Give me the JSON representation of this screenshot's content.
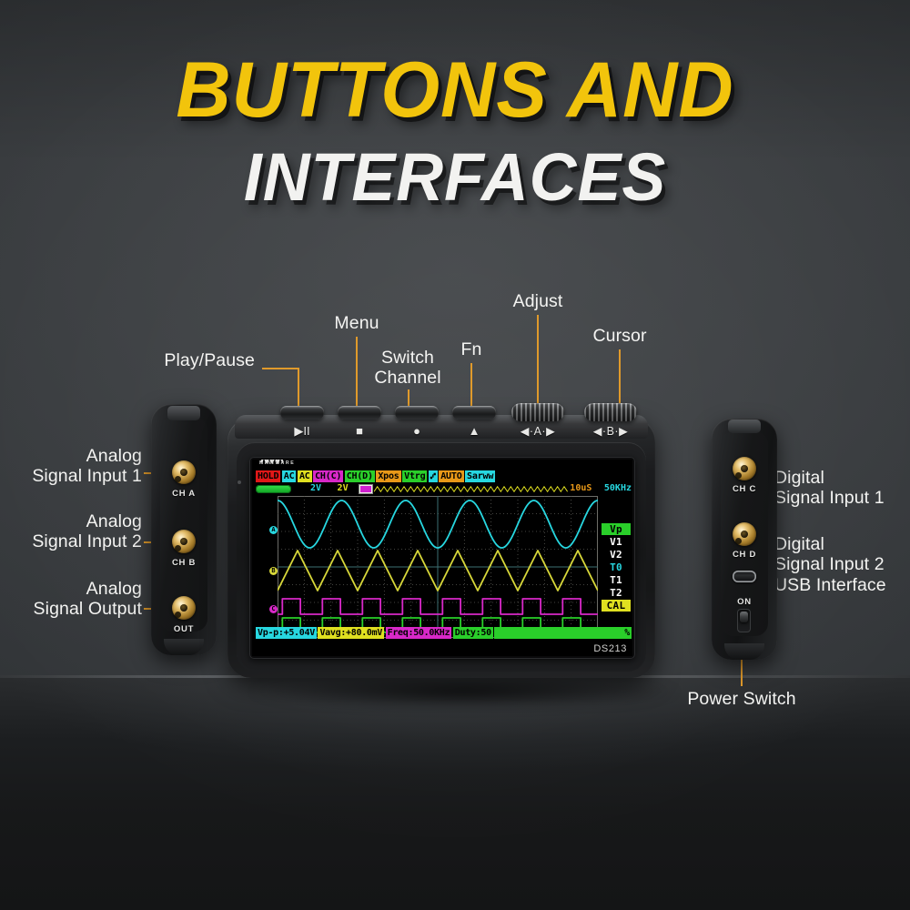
{
  "title": {
    "line1": "BUTTONS AND",
    "line2": "INTERFACES"
  },
  "colors": {
    "title_yellow": "#F2C40C",
    "title_white": "#F2F2F0",
    "leader_orange": "#E09A2B",
    "label_white": "#F4F4F2",
    "trace_cyan": "#27D7E0",
    "trace_yellow": "#D8D83A",
    "trace_magenta": "#D828C8",
    "trace_green": "#2ACF2A"
  },
  "callouts": {
    "top": [
      {
        "name": "play-pause",
        "label": "Play/Pause"
      },
      {
        "name": "menu",
        "label": "Menu"
      },
      {
        "name": "switch-channel",
        "label": "Switch\nChannel"
      },
      {
        "name": "fn",
        "label": "Fn"
      },
      {
        "name": "adjust",
        "label": "Adjust"
      },
      {
        "name": "cursor",
        "label": "Cursor"
      }
    ],
    "left": [
      {
        "name": "analog-input-1",
        "label": "Analog\nSignal Input 1"
      },
      {
        "name": "analog-input-2",
        "label": "Analog\nSignal Input 2"
      },
      {
        "name": "analog-output",
        "label": "Analog\nSignal Output"
      }
    ],
    "right": [
      {
        "name": "digital-input-1",
        "label": "Digital\nSignal Input 1"
      },
      {
        "name": "digital-input-2",
        "label": "Digital\nSignal Input 2"
      },
      {
        "name": "usb-interface",
        "label": "USB Interface"
      }
    ],
    "bottom": [
      {
        "name": "power-switch",
        "label": "Power Switch"
      }
    ]
  },
  "device": {
    "model": "DS213",
    "brand": "MINIWARE",
    "buttons": [
      {
        "name": "play-pause-button",
        "glyph": "▶II"
      },
      {
        "name": "stop-button",
        "glyph": "■"
      },
      {
        "name": "record-button",
        "glyph": "●"
      },
      {
        "name": "fn-button",
        "glyph": "▲"
      }
    ],
    "rockers": [
      {
        "name": "rocker-a",
        "glyph": "◀·A·▶"
      },
      {
        "name": "rocker-b",
        "glyph": "◀·B·▶"
      }
    ],
    "left_ports": [
      {
        "name": "port-ch-a",
        "label": "CH A"
      },
      {
        "name": "port-ch-b",
        "label": "CH B"
      },
      {
        "name": "port-out",
        "label": "OUT"
      }
    ],
    "right_ports": [
      {
        "name": "port-ch-c",
        "label": "CH C"
      },
      {
        "name": "port-ch-d",
        "label": "CH D"
      }
    ],
    "power_label": "ON"
  },
  "screen": {
    "status_row": [
      {
        "text": "HOLD",
        "fg": "#000000",
        "bg": "#E01818"
      },
      {
        "text": "AC",
        "fg": "#000000",
        "bg": "#27D7E0"
      },
      {
        "text": "AC",
        "fg": "#000000",
        "bg": "#E0E020"
      },
      {
        "text": "CH(C)",
        "fg": "#000000",
        "bg": "#D828C8"
      },
      {
        "text": "CH(D)",
        "fg": "#000000",
        "bg": "#2ACF2A"
      },
      {
        "text": "Xpos",
        "fg": "#000000",
        "bg": "#E89818"
      },
      {
        "text": "Vtrg",
        "fg": "#000000",
        "bg": "#2ACF2A"
      },
      {
        "text": "⑇",
        "fg": "#000000",
        "bg": "#27D7E0"
      },
      {
        "text": "AUTO",
        "fg": "#000000",
        "bg": "#E89818"
      },
      {
        "text": "Sarww",
        "fg": "#000000",
        "bg": "#27D7E0"
      }
    ],
    "status_row2": {
      "battery": "battery-indicator",
      "ch_a_volts": "2V",
      "ch_b_volts": "2V",
      "timebase": "10uS",
      "frequency": "50KHz"
    },
    "side_menu": [
      {
        "text": "Vp",
        "fg": "#000000",
        "bg": "#2ACF2A"
      },
      {
        "text": "V1",
        "fg": "#FFFFFF",
        "bg": "transparent"
      },
      {
        "text": "V2",
        "fg": "#FFFFFF",
        "bg": "transparent"
      },
      {
        "text": "T0",
        "fg": "#27D7E0",
        "bg": "transparent"
      },
      {
        "text": "T1",
        "fg": "#FFFFFF",
        "bg": "transparent"
      },
      {
        "text": "T2",
        "fg": "#FFFFFF",
        "bg": "transparent"
      },
      {
        "text": "CAL",
        "fg": "#000000",
        "bg": "#E0E020"
      }
    ],
    "measurements": [
      {
        "text": "Vp-p:+5.04V",
        "fg": "#000000",
        "bg": "#27D7E0"
      },
      {
        "text": "Vavg:+80.0mV",
        "fg": "#000000",
        "bg": "#E0E020"
      },
      {
        "text": "Freq:50.0KHz",
        "fg": "#000000",
        "bg": "#D828C8"
      },
      {
        "text": "Duty:50",
        "fg": "#000000",
        "bg": "#2ACF2A"
      },
      {
        "text": "%",
        "fg": "#000000",
        "bg": "#2ACF2A"
      }
    ],
    "waveforms": [
      {
        "name": "channel-a-sine",
        "type": "sine",
        "color": "#27D7E0",
        "cycles": 5
      },
      {
        "name": "channel-b-triangle",
        "type": "triangle",
        "color": "#D8D83A",
        "cycles": 8
      },
      {
        "name": "channel-c-square",
        "type": "square",
        "color": "#D828C8",
        "cycles": 8
      },
      {
        "name": "channel-d-square",
        "type": "square",
        "color": "#2ACF2A",
        "cycles": 8
      }
    ]
  }
}
